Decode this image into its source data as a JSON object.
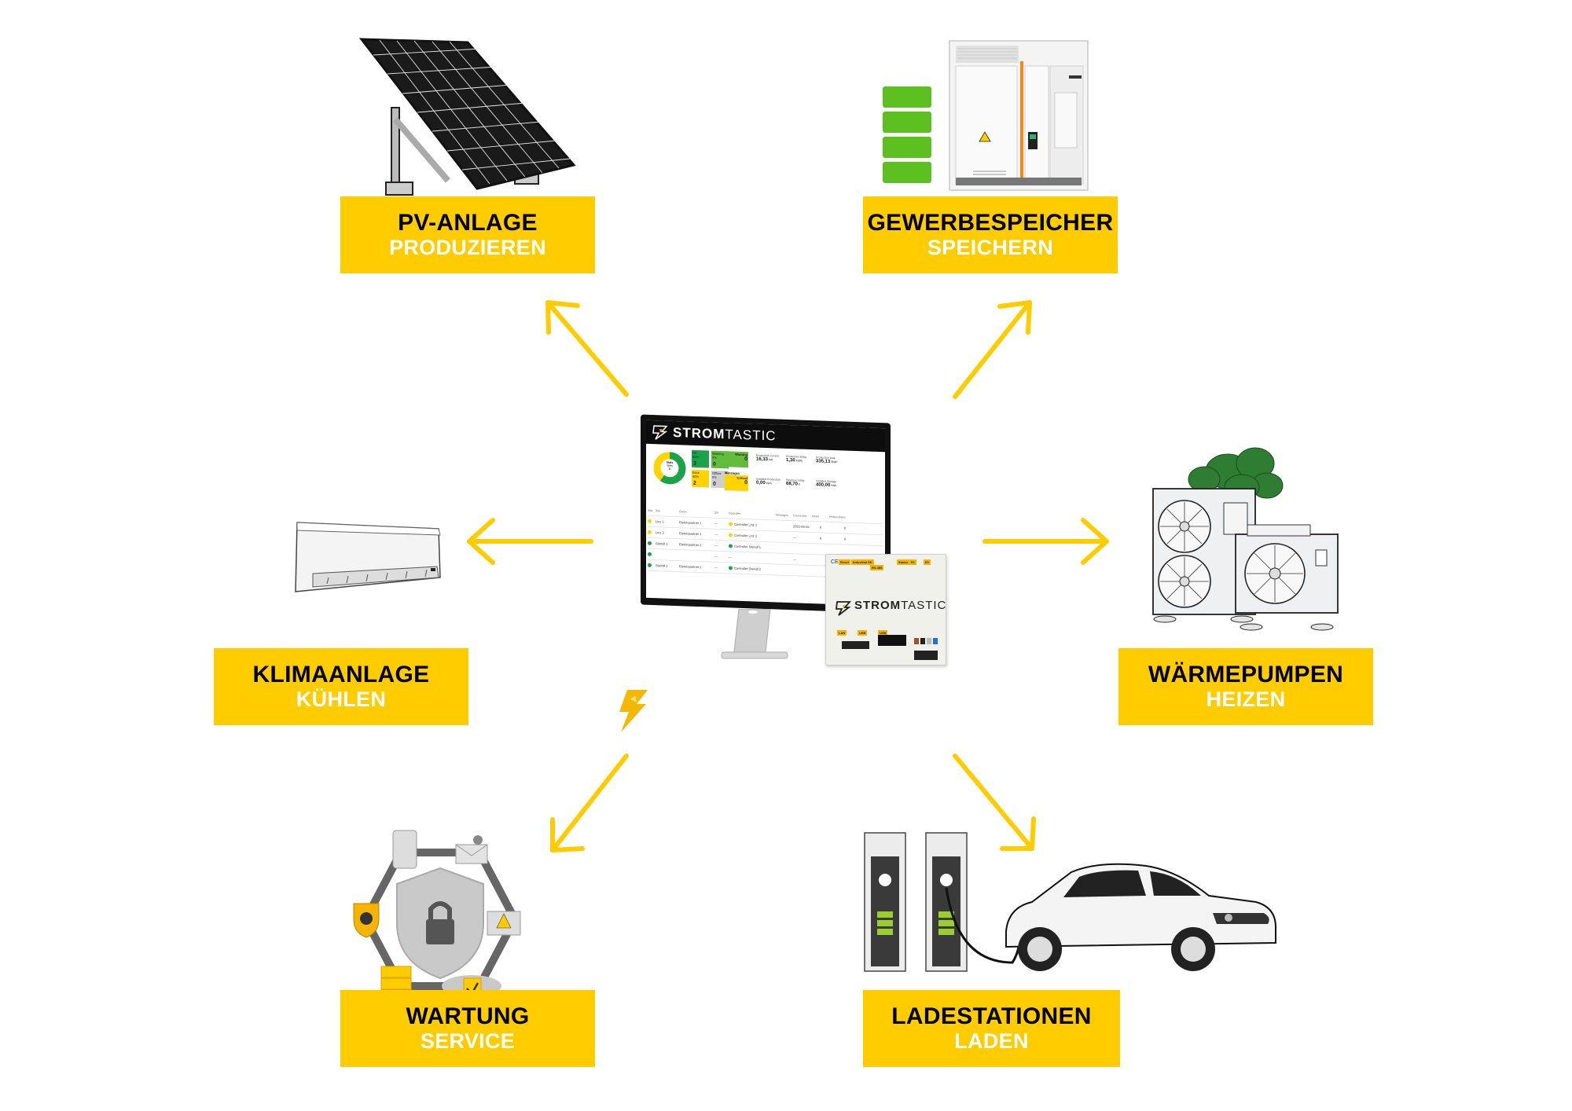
{
  "colors": {
    "accent": "#FFCC00",
    "arrow": "#FFCC00",
    "title_text": "#000000",
    "subtitle_text": "#FFFFFF",
    "ok_green": "#1aa34a",
    "warning_yellow": "#FFD400",
    "battery_green": "#5DC021"
  },
  "nodes": {
    "pv": {
      "title": "PV-ANLAGE",
      "subtitle": "PRODUZIEREN",
      "icon": "solar-panel-icon"
    },
    "storage": {
      "title": "GEWERBESPEICHER",
      "subtitle": "SPEICHERN",
      "icon": "battery-storage-icon"
    },
    "ac": {
      "title": "KLIMAANLAGE",
      "subtitle": "KÜHLEN",
      "icon": "air-conditioner-icon"
    },
    "heatpump": {
      "title": "WÄRMEPUMPEN",
      "subtitle": "HEIZEN",
      "icon": "heat-pump-icon"
    },
    "maintenance": {
      "title": "WARTUNG",
      "subtitle": "SERVICE",
      "icon": "security-shield-icon"
    },
    "charging": {
      "title": "LADESTATIONEN",
      "subtitle": "LADEN",
      "icon": "ev-charger-icon"
    }
  },
  "center": {
    "brand_bold": "STROM",
    "brand_thin": "TASTIC",
    "dashboard": {
      "donut": {
        "label": "Stats",
        "sub": "Sites",
        "value": "5",
        "ok_fraction": 0.6,
        "error_fraction": 0.4
      },
      "tiles": [
        {
          "label": "OK",
          "pct": "60%",
          "value": "3",
          "color": "#1aa34a"
        },
        {
          "label": "Warning",
          "pct": "0%",
          "value": "0",
          "color": "#62bd3c"
        },
        {
          "label": "Error",
          "pct": "40%",
          "value": "2",
          "color": "#FFD400"
        },
        {
          "label": "Offline",
          "pct": "0%",
          "value": "0",
          "color": "#cfcfcf"
        }
      ],
      "messages_label": "Messages",
      "message_tiles": [
        {
          "label": "Warning",
          "value": "0",
          "color": "#62bd3c"
        },
        {
          "label": "Critical",
          "value": "0",
          "color": "#FFD400"
        }
      ],
      "kpis": [
        {
          "label": "Production current",
          "value": "16,33",
          "unit": "kW"
        },
        {
          "label": "Production today",
          "value": "1,30",
          "unit": "MWh"
        },
        {
          "label": "Production total",
          "value": "335,13",
          "unit": "MWh"
        },
        {
          "label": "Installed Production",
          "value": "0,00",
          "unit": "kWh"
        },
        {
          "label": "Revenue today",
          "value": "68,70",
          "unit": "€"
        },
        {
          "label": "Installed Storage",
          "value": "400,00",
          "unit": "kWh"
        }
      ],
      "table_headers": [
        "Stat",
        "Site",
        "Owner",
        "ZIP",
        "Controller",
        "Messages",
        "Connected",
        "Meter",
        "Photovoltaics"
      ],
      "rows": [
        {
          "status": "#FFD400",
          "site": "Linz 1",
          "owner": "Elektropartner 1",
          "zip": "—",
          "controller": "Controller Linz 1",
          "ctrl_status": "#FFD400",
          "connected": "2023-06-23",
          "meter": "0",
          "pv": "0"
        },
        {
          "status": "#FFD400",
          "site": "Linz 2",
          "owner": "Elektropartner 1",
          "zip": "—",
          "controller": "Controller Linz 2",
          "ctrl_status": "#FFD400",
          "connected": "—",
          "meter": "0",
          "pv": "0"
        },
        {
          "status": "#1aa34a",
          "site": "Steindl 1",
          "owner": "Elektropartner 2",
          "zip": "—",
          "controller": "Controller Steindl 1",
          "ctrl_status": "#1aa34a",
          "connected": "",
          "meter": "",
          "pv": ""
        },
        {
          "status": "#1aa34a",
          "site": "",
          "owner": "",
          "zip": "—",
          "controller": "—",
          "ctrl_status": "",
          "connected": "—",
          "meter": "",
          "pv": ""
        },
        {
          "status": "#1aa34a",
          "site": "Steindl 2",
          "owner": "Elektropartner 2",
          "zip": "—",
          "controller": "Controller Steindl 2",
          "ctrl_status": "#1aa34a",
          "connected": "",
          "meter": "",
          "pv": ""
        }
      ]
    },
    "controller_device": {
      "brand_bold": "STROM",
      "brand_thin": "TASTIC",
      "tags": [
        "Reset",
        "Industrial SD",
        "RS 485",
        "Status",
        "E1",
        "E2",
        "LAN",
        "USB",
        "USB"
      ]
    }
  },
  "decor": {
    "bolt": "lightning-bolt-icon"
  }
}
